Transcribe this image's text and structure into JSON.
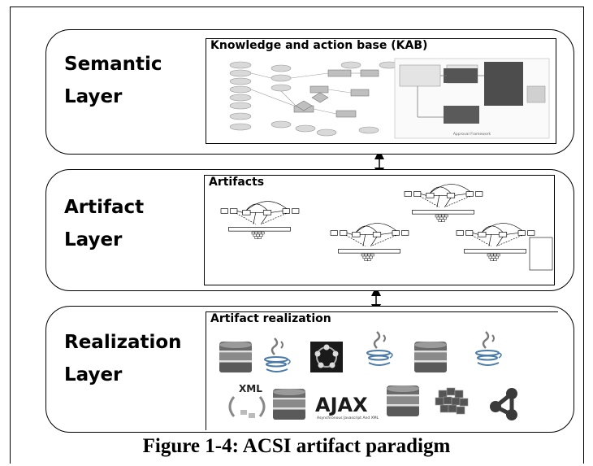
{
  "layers": [
    {
      "label": "Semantic\nLayer",
      "panel_title": "Knowledge and action base (KAB)",
      "panel_subcaption": "Approval Framework"
    },
    {
      "label": "Artifact\nLayer",
      "panel_title": "Artifacts"
    },
    {
      "label": "Realization\nLayer",
      "panel_title": "Artifact realization"
    }
  ],
  "realization_icons": [
    "database-icon",
    "java-icon",
    "network-icon",
    "java-icon",
    "database-icon",
    "java-icon",
    "xml-icon",
    "database-icon",
    "ajax-logo",
    "database-icon",
    "grid-blocks-icon",
    "share-icon"
  ],
  "xml_text": "XML",
  "ajax_text": "AJAX",
  "ajax_subtitle": "Asynchronous Javascript And XML",
  "caption": "Figure 1-4: ACSI artifact paradigm",
  "colors": {
    "stroke": "#000000",
    "db_dark": "#555555",
    "db_light": "#cfcfcf",
    "java_blue": "#4a7aa8",
    "share": "#3a3a3a"
  }
}
